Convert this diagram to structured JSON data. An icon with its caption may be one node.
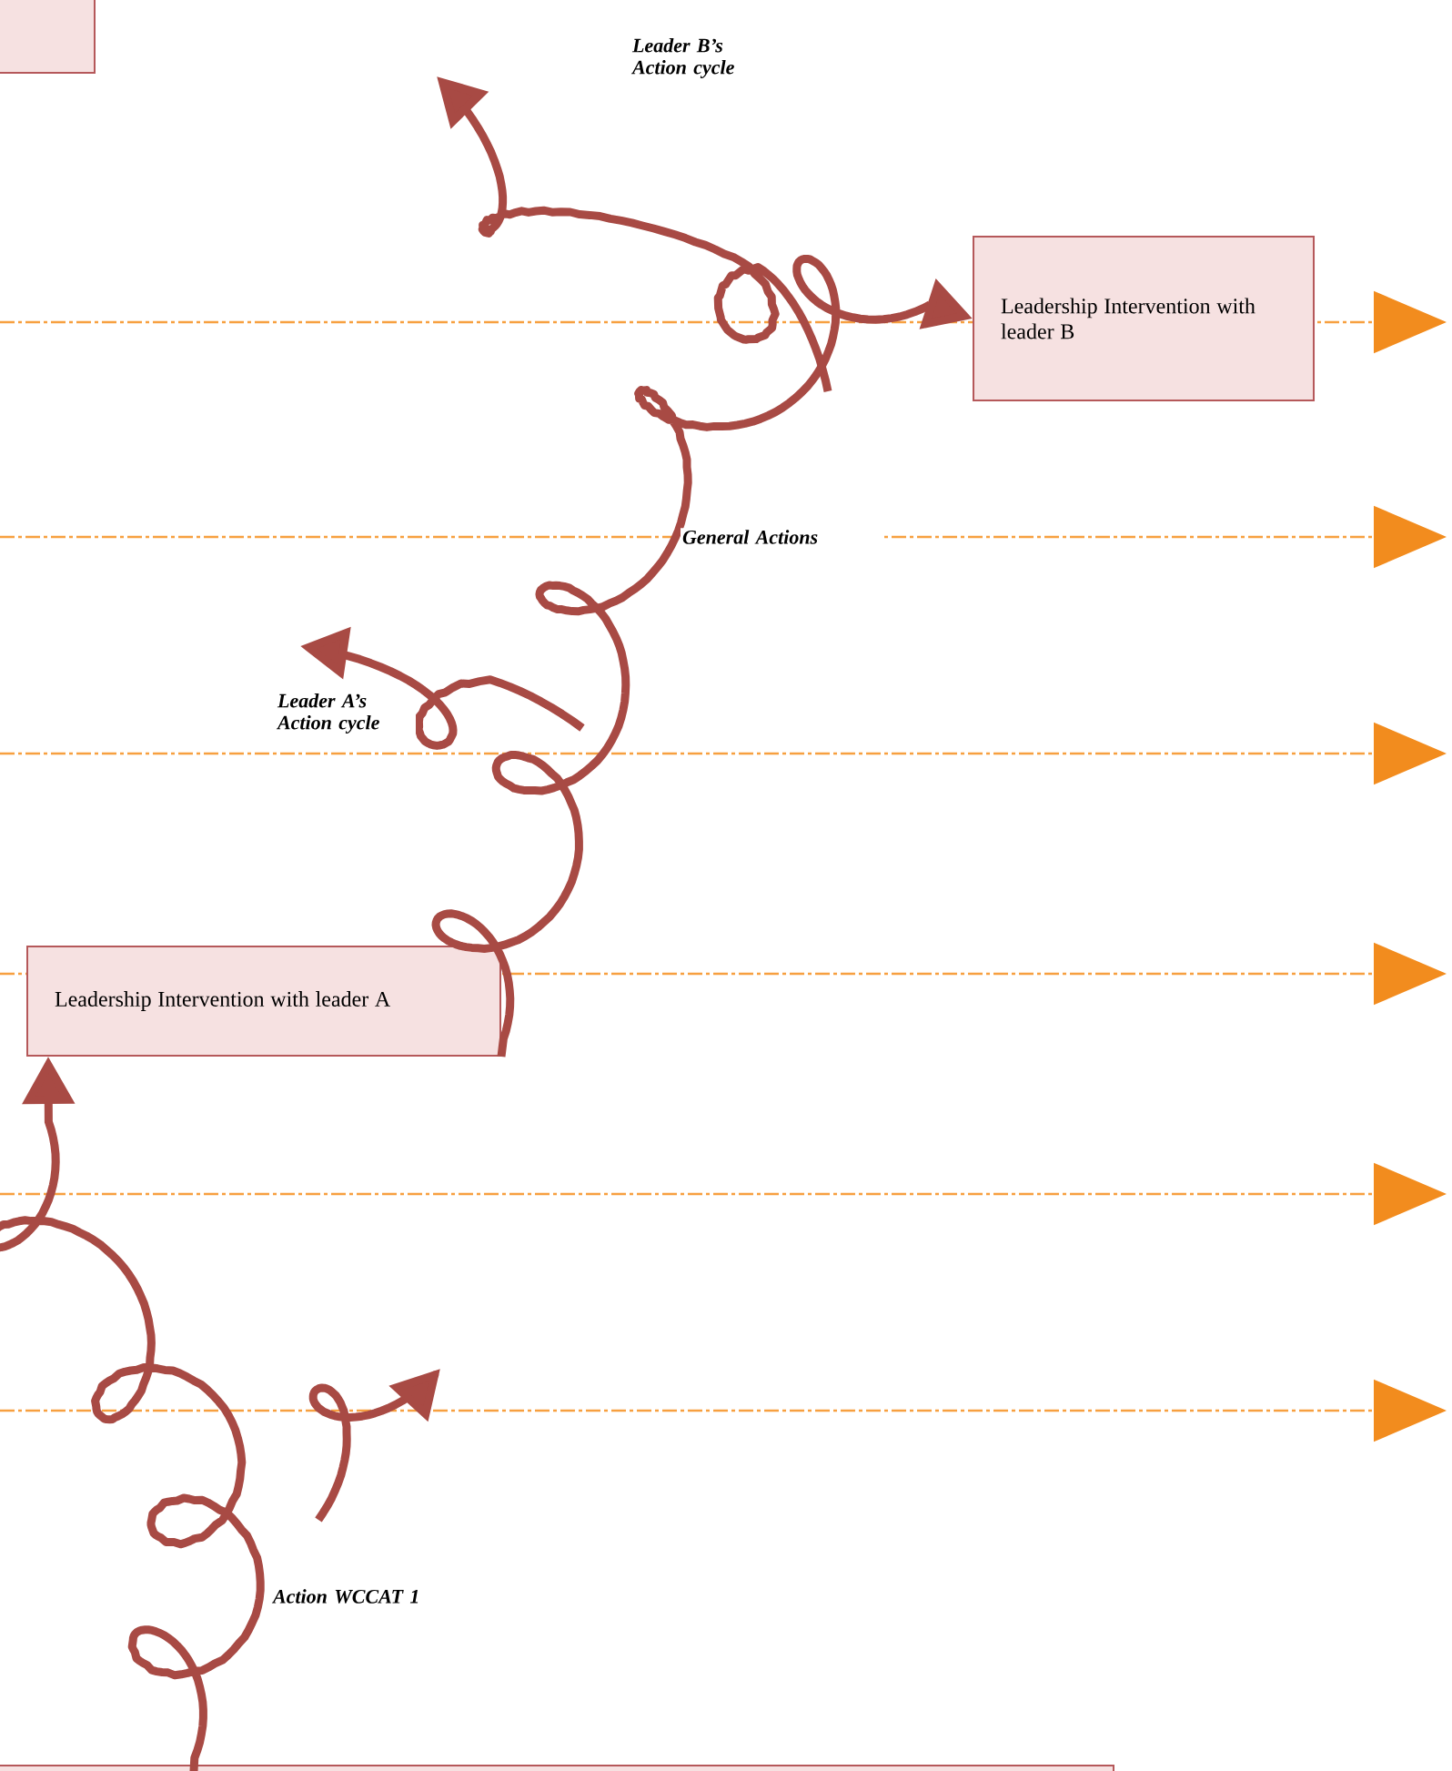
{
  "diagram": {
    "nodes": [
      {
        "text": [],
        "shape": "box"
      },
      {
        "text": [
          "Leadership Intervention with leader B"
        ]
      },
      {
        "text": [
          "Leadership Intervention with leader A"
        ]
      },
      {
        "text": [],
        "shape": "box"
      }
    ],
    "edges": [
      {
        "from": 3,
        "to": 2,
        "arrow": "to"
      },
      {
        "from": 2,
        "to": 1,
        "arrow": "to"
      }
    ],
    "labels": [
      "Leader B’s Action cycle",
      "General Actions",
      "Leader A’s Action cycle",
      "Action WCCAT 1"
    ]
  }
}
